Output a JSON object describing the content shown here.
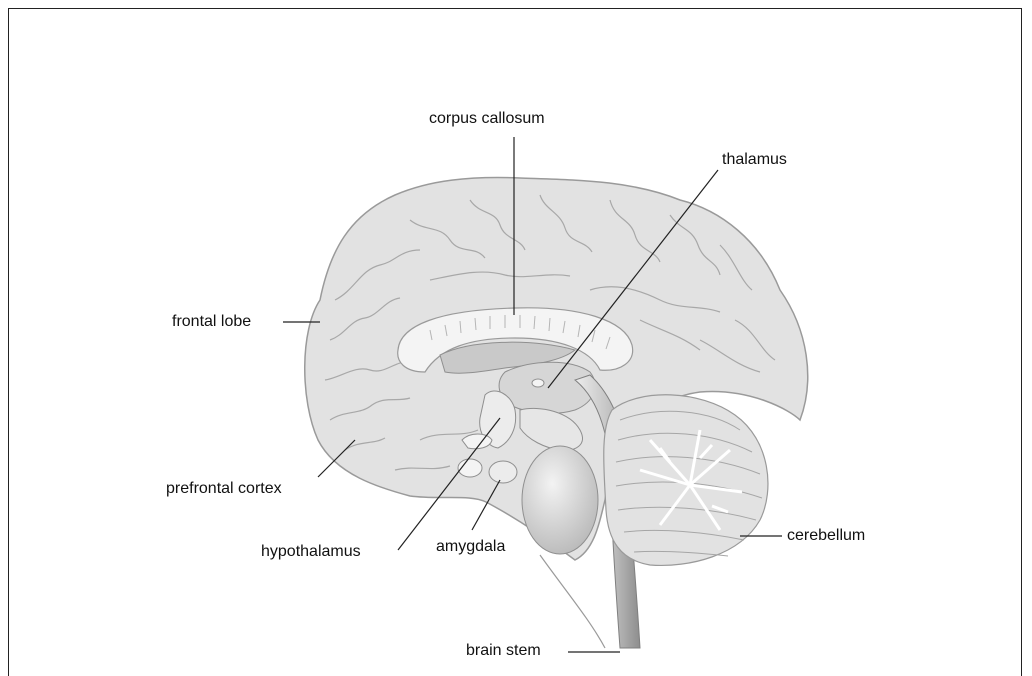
{
  "labels": {
    "corpus_callosum": "corpus callosum",
    "thalamus": "thalamus",
    "frontal_lobe": "frontal lobe",
    "prefrontal_cortex": "prefrontal cortex",
    "hypothalamus": "hypothalamus",
    "amygdala": "amygdala",
    "cerebellum": "cerebellum",
    "brain_stem": "brain stem"
  },
  "colors": {
    "cortex": "#e2e2e2",
    "cortex_outline": "#9a9a9a",
    "gyri_lines": "#a8a8a8",
    "inner_light": "#f4f4f4",
    "inner_mid": "#c9c9c9",
    "inner_dark": "#8f8f8f",
    "leader_lines": "#222222"
  }
}
